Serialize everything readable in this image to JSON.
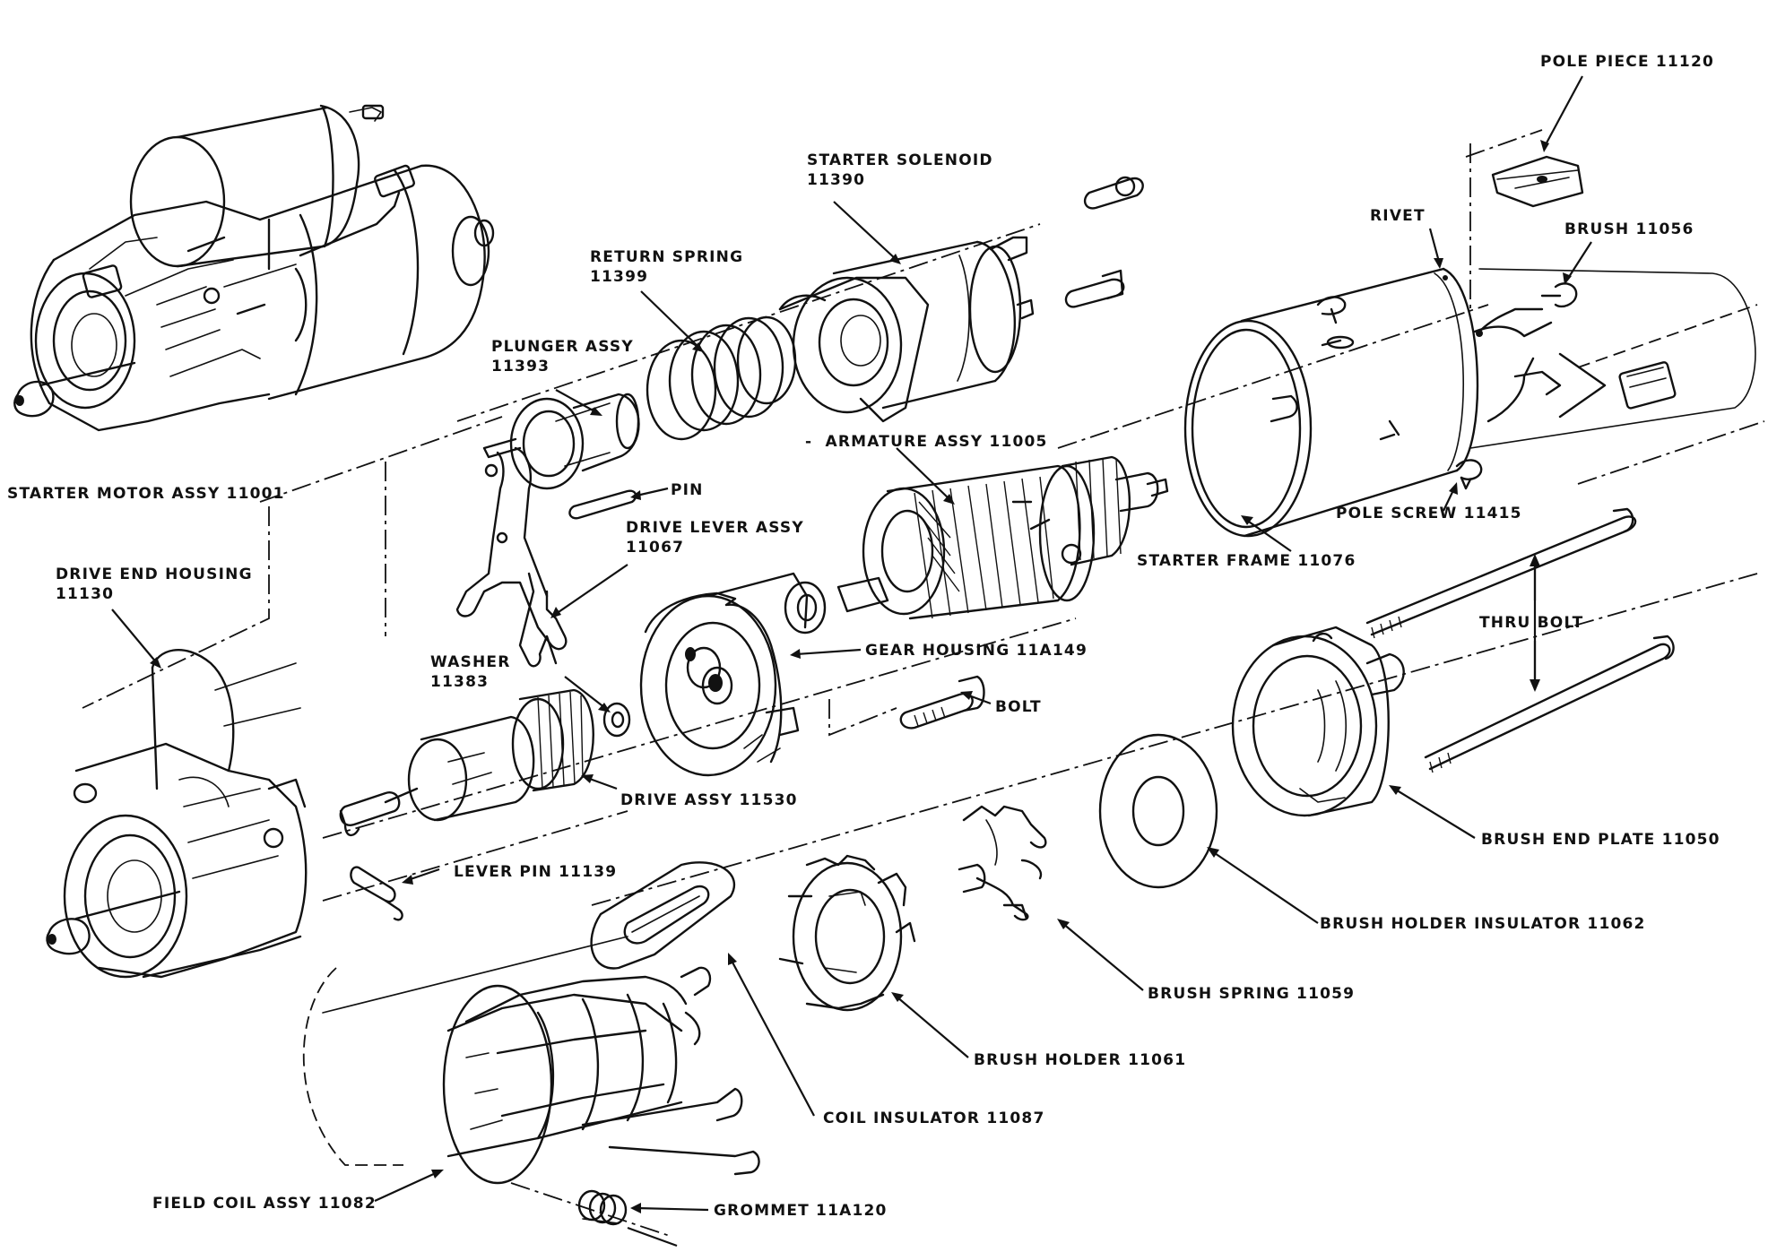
{
  "labels": {
    "starter_motor_assy": "STARTER MOTOR ASSY 11001",
    "drive_end_housing": "DRIVE END HOUSING",
    "drive_end_housing_num": "11130",
    "plunger_assy": "PLUNGER ASSY",
    "plunger_assy_num": "11393",
    "return_spring": "RETURN SPRING",
    "return_spring_num": "11399",
    "starter_solenoid": "STARTER SOLENOID",
    "starter_solenoid_num": "11390",
    "pin": "PIN",
    "drive_lever_assy": "DRIVE LEVER ASSY",
    "drive_lever_assy_num": "11067",
    "armature_assy": "ARMATURE ASSY 11005",
    "washer": "WASHER",
    "washer_num": "11383",
    "gear_housing": "GEAR HOUSING 11A149",
    "bolt": "BOLT",
    "drive_assy": "DRIVE ASSY 11530",
    "lever_pin": "LEVER PIN 11139",
    "pole_piece": "POLE PIECE 11120",
    "rivet": "RIVET",
    "brush": "BRUSH 11056",
    "pole_screw": "POLE SCREW 11415",
    "starter_frame": "STARTER FRAME 11076",
    "thru_bolt": "THRU BOLT",
    "brush_end_plate": "BRUSH END PLATE 11050",
    "brush_holder_insulator": "BRUSH HOLDER INSULATOR 11062",
    "brush_spring": "BRUSH SPRING 11059",
    "brush_holder": "BRUSH HOLDER 11061",
    "coil_insulator": "COIL INSULATOR 11087",
    "field_coil_assy": "FIELD COIL ASSY 11082",
    "grommet": "GROMMET 11A120"
  }
}
